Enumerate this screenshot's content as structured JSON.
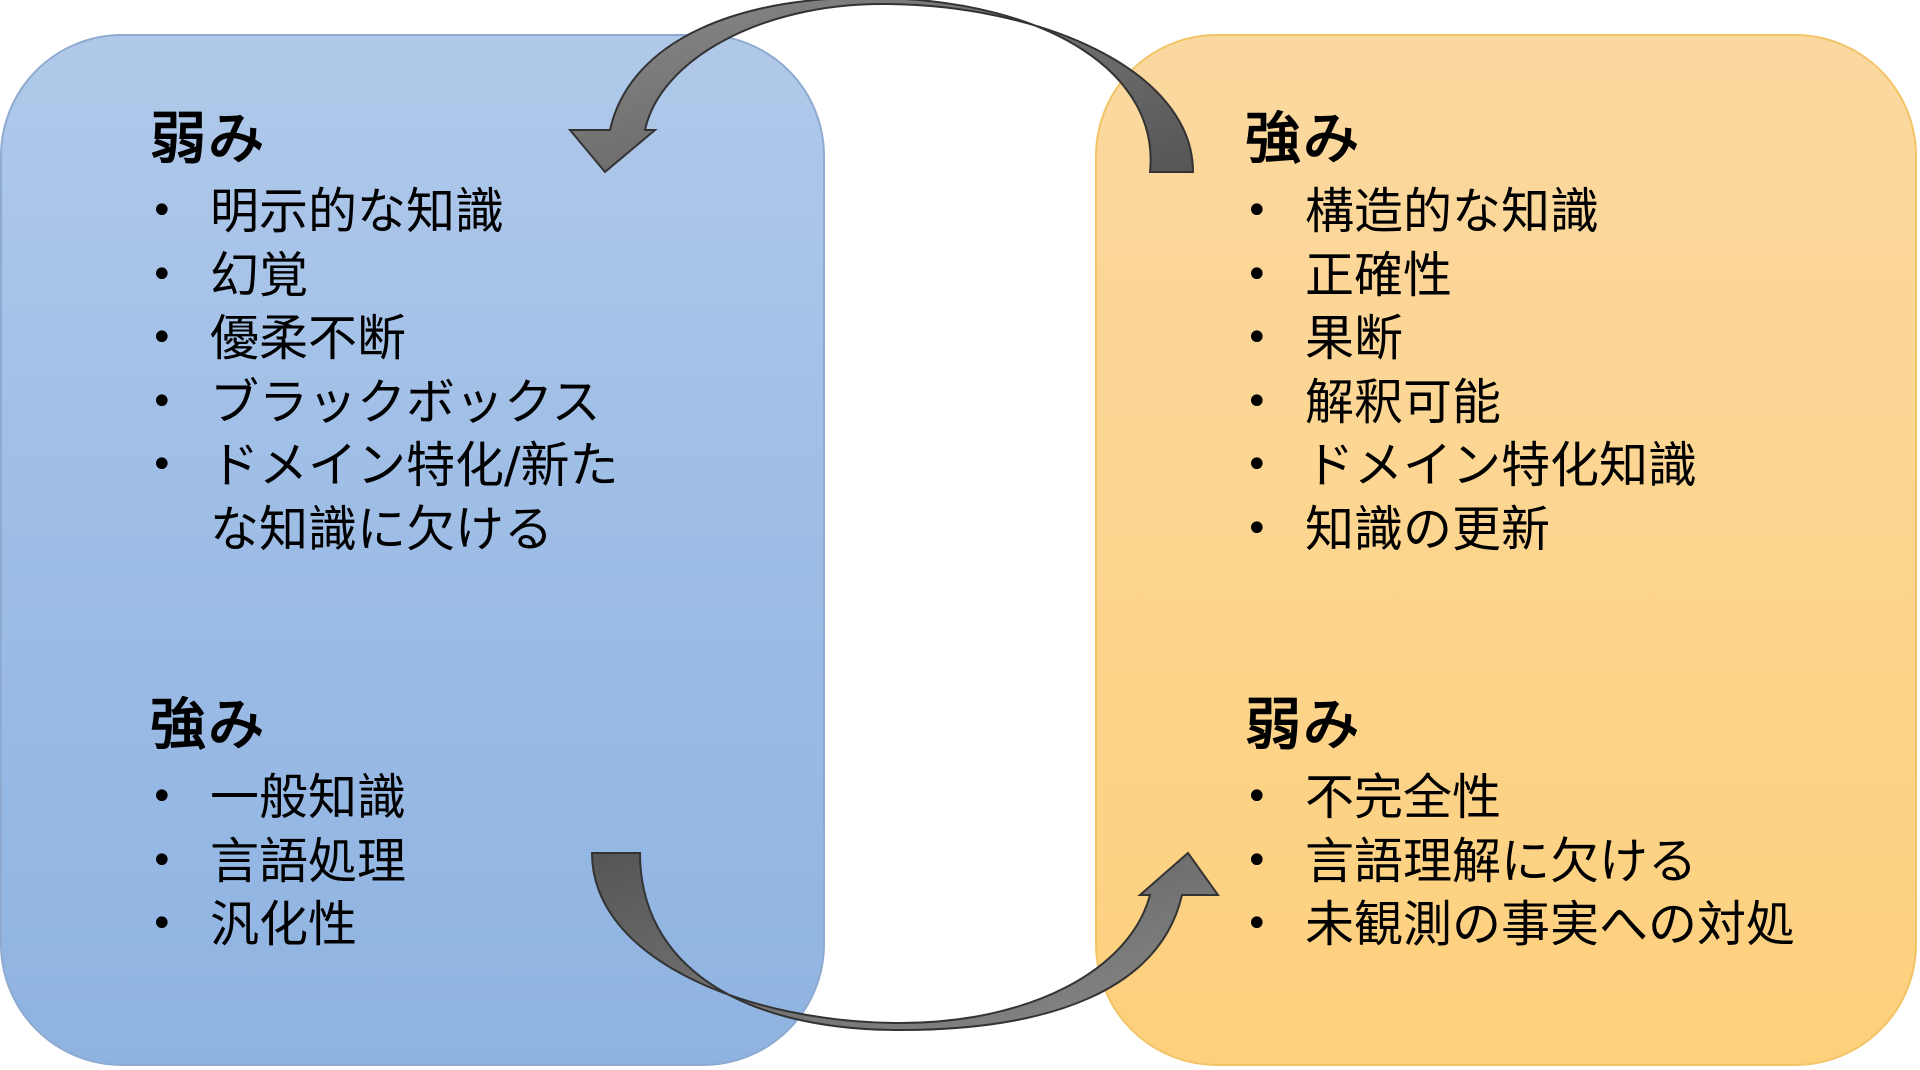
{
  "left": {
    "top": {
      "heading": "弱み",
      "items": [
        "明示的な知識",
        "幻覚",
        "優柔不断",
        "ブラックボックス",
        "ドメイン特化/新た",
        "な知識に欠ける"
      ]
    },
    "bottom": {
      "heading": "強み",
      "items": [
        "一般知識",
        "言語処理",
        "汎化性"
      ]
    }
  },
  "right": {
    "top": {
      "heading": "強み",
      "items": [
        "構造的な知識",
        "正確性",
        "果断",
        "解釈可能",
        "ドメイン特化知識",
        "知識の更新"
      ]
    },
    "bottom": {
      "heading": "弱み",
      "items": [
        "不完全性",
        "言語理解に欠ける",
        "未観測の事実への対処"
      ]
    }
  },
  "colors": {
    "left_panel": "#9dbde6",
    "right_panel": "#fcd58f",
    "arrow": "#6f6f6f"
  },
  "icons": [
    "curved-arrow-top-icon",
    "curved-arrow-bottom-icon"
  ]
}
